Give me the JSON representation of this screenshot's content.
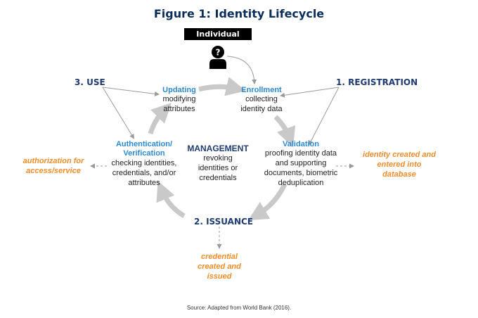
{
  "title": "Figure 1: Identity Lifecycle",
  "individual": "Individual",
  "stages": {
    "use": "3. USE",
    "registration": "1. REGISTRATION",
    "issuance": "2. ISSUANCE"
  },
  "nodes": {
    "updating": {
      "heading": "Updating",
      "text": "modifying\nattributes"
    },
    "enrollment": {
      "heading": "Enrollment",
      "text": "collecting\nidentity data"
    },
    "validation": {
      "heading": "Validation",
      "text": "proofing identity data\nand supporting\ndocuments, biometric\ndeduplication"
    },
    "authentication": {
      "heading": "Authentication/\nVerification",
      "text": "checking identities,\ncredentials, and/or\nattributes"
    },
    "management": {
      "heading": "MANAGEMENT",
      "text": "revoking\nidentities or\ncredentials"
    }
  },
  "outputs": {
    "authorization": "authorization for\naccess/service",
    "identity_created": "identity created and\nentered into\ndatabase",
    "credential": "credential\ncreated and\nissued"
  },
  "source": "Source: Adapted from World Bank (2016).",
  "colors": {
    "title": "#0b2d5b",
    "stage": "#1f3b73",
    "node_heading": "#2b8ad1",
    "output": "#f28c28",
    "cycle": "#c9c9c9"
  }
}
